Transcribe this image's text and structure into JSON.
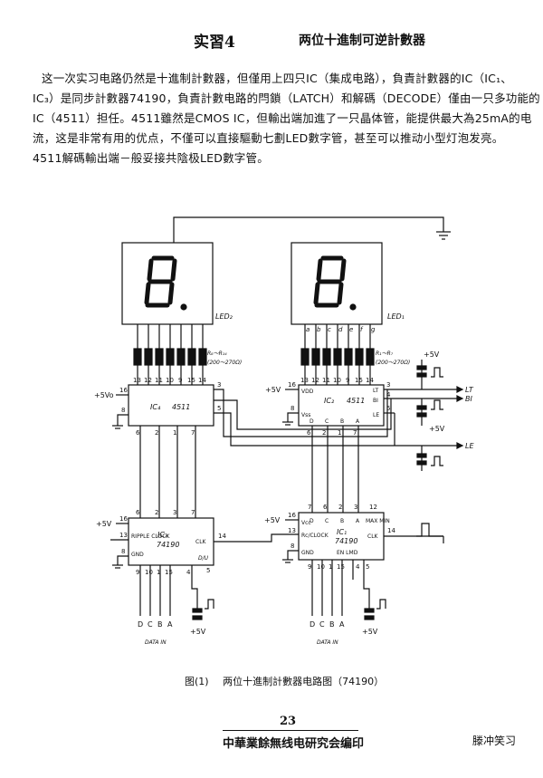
{
  "header": {
    "section": "实習4",
    "title": "两位十進制可逆計數器"
  },
  "paragraph": {
    "lines": [
      "这一次实习电路仍然是十進制計數器，但僅用上四只IC（集成电路），負責計數器的IC（IC₁、",
      "IC₃）是同步計數器74190，負責計數电路的閂鎖（LATCH）和解碼（DECODE）僅由一只多功能的CMOS",
      "IC（4511）担任。4511雖然是CMOS IC，但輸出端加進了一只晶体管，能提供最大為25mA的电",
      "流，这是非常有用的优点，不僅可以直接驅動七劃LED數字管，甚至可以推动小型灯泡发亮。",
      "4511解碼輸出端－般妥接共陰极LED數字管。"
    ]
  },
  "diagram": {
    "led_left": "LED₂",
    "led_right": "LED₁",
    "res_left": "R₈～R₁₄",
    "res_left_val": "(200～270Ω)",
    "res_right": "R₁～R₇",
    "res_right_val": "(200～270Ω)",
    "seg_labels": [
      "a",
      "b",
      "c",
      "d",
      "e",
      "f",
      "g"
    ],
    "ic4_name": "IC₄",
    "ic4_type": "4511",
    "ic2_name": "IC₂",
    "ic2_type": "4511",
    "ic3_name": "IC₃",
    "ic3_type": "74190",
    "ic1_name": "IC₁",
    "ic1_type": "74190",
    "plus5v": "+5V",
    "plus5vo": "+5Vo",
    "vdd": "VDD",
    "vss": "Vss",
    "vcc": "Vcc",
    "gnd": "GND",
    "lt": "LT",
    "bi": "BI",
    "le": "LE",
    "pin_D": "D",
    "pin_C": "C",
    "pin_B": "B",
    "pin_A": "A",
    "ripple_clock": "RIPPLE CLOCK",
    "rc_clock": "Rc/CLOCK",
    "clk": "CLK",
    "du": "D/U",
    "en_lmd": "EN LMD",
    "max_min": "MAX MIN",
    "data_in": "DATA IN",
    "ic4_pins_top": [
      "13",
      "12",
      "11",
      "10",
      "9",
      "15",
      "14"
    ],
    "ic4_pins_left": "16",
    "ic4_pins_bottom": [
      "6",
      "2",
      "1",
      "7"
    ],
    "ic4_pins_right": [
      "3",
      "5"
    ],
    "ic4_gnd_pin": "8",
    "ic2_pins_top": [
      "13",
      "12",
      "11",
      "10",
      "9",
      "15",
      "14"
    ],
    "ic2_pins_left": [
      "16",
      "8"
    ],
    "ic2_pins_right": [
      "3",
      "4",
      "5"
    ],
    "ic2_pins_bottom": [
      "6",
      "2",
      "1",
      "7"
    ],
    "ic3_pins_top": [
      "6",
      "2",
      "3",
      "7"
    ],
    "ic3_pins_left": [
      "16",
      "13",
      "8"
    ],
    "ic3_pins_right": [
      "14",
      "5"
    ],
    "ic3_pins_bottom": [
      "9",
      "10",
      "1",
      "15",
      "4"
    ],
    "ic1_pins_top": [
      "7",
      "6",
      "2",
      "3",
      "12"
    ],
    "ic1_pins_left": [
      "16",
      "13",
      "8"
    ],
    "ic1_pins_right": "14",
    "ic1_pins_bottom": [
      "9",
      "10",
      "1",
      "15",
      "4",
      "5"
    ]
  },
  "caption": {
    "label": "图(1)",
    "text": "两位十進制計數器电路图（74190）"
  },
  "footer": {
    "page": "23",
    "publisher": "中華業餘無线电研究会编印",
    "author": "滕冲笑习"
  }
}
